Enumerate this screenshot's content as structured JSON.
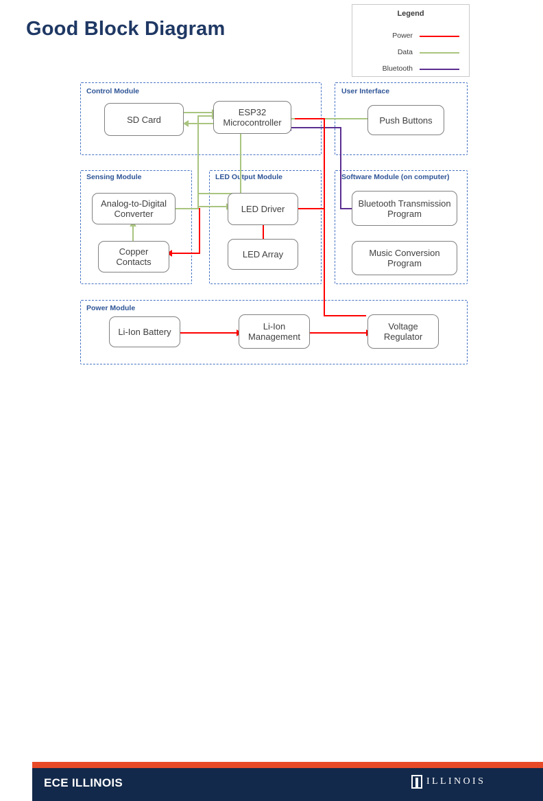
{
  "slide": {
    "title": "Good Block Diagram"
  },
  "legend": {
    "title": "Legend",
    "items": [
      {
        "label": "Power",
        "color": "#ff0000"
      },
      {
        "label": "Data",
        "color": "#a9c47f"
      },
      {
        "label": "Bluetooth",
        "color": "#5b2d90"
      }
    ]
  },
  "groups": [
    {
      "label": "Control Module"
    },
    {
      "label": "User Interface"
    },
    {
      "label": "Sensing Module"
    },
    {
      "label": "LED Output Module"
    },
    {
      "label": "Software Module (on computer)"
    },
    {
      "label": "Power Module"
    }
  ],
  "nodes": [
    {
      "label": "SD Card"
    },
    {
      "label": "ESP32\nMicrocontroller"
    },
    {
      "label": "Push Buttons"
    },
    {
      "label": "Analog-to-Digital\nConverter"
    },
    {
      "label": "Copper\nContacts"
    },
    {
      "label": "LED Driver"
    },
    {
      "label": "LED Array"
    },
    {
      "label": "Bluetooth Transmission\nProgram"
    },
    {
      "label": "Music Conversion\nProgram"
    },
    {
      "label": "Li-Ion Battery"
    },
    {
      "label": "Li-Ion\nManagement"
    },
    {
      "label": "Voltage\nRegulator"
    }
  ],
  "footer": {
    "org": "ECE ILLINOIS",
    "wordmark": "ILLINOIS"
  },
  "colors": {
    "power": "#ff0000",
    "data": "#a9c47f",
    "bluetooth": "#5b2d90",
    "group_border": "#4472c4",
    "group_label": "#2e5496",
    "title": "#1f3864",
    "orange": "#e84a27",
    "navy": "#13294b"
  }
}
